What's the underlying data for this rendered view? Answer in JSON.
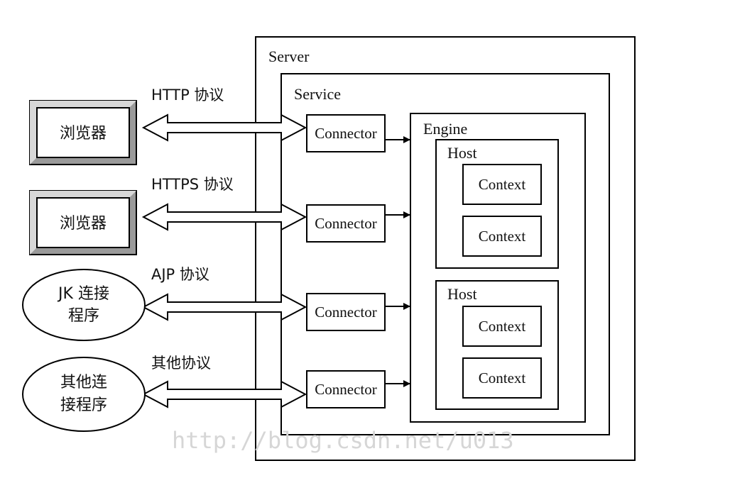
{
  "server": {
    "label": "Server"
  },
  "service": {
    "label": "Service"
  },
  "engine": {
    "label": "Engine"
  },
  "hosts": [
    {
      "label": "Host",
      "contexts": [
        "Context",
        "Context"
      ]
    },
    {
      "label": "Host",
      "contexts": [
        "Context",
        "Context"
      ]
    }
  ],
  "connectors": [
    "Connector",
    "Connector",
    "Connector",
    "Connector"
  ],
  "clients": [
    {
      "lines": [
        "浏览器"
      ],
      "shape": "beveled-box"
    },
    {
      "lines": [
        "浏览器"
      ],
      "shape": "beveled-box"
    },
    {
      "lines": [
        "JK 连接",
        "程序"
      ],
      "shape": "ellipse"
    },
    {
      "lines": [
        "其他连",
        "接程序"
      ],
      "shape": "ellipse"
    }
  ],
  "protocols": [
    "HTTP 协议",
    "HTTPS 协议",
    "AJP 协议",
    "其他协议"
  ],
  "watermark": "http://blog.csdn.net/u013"
}
